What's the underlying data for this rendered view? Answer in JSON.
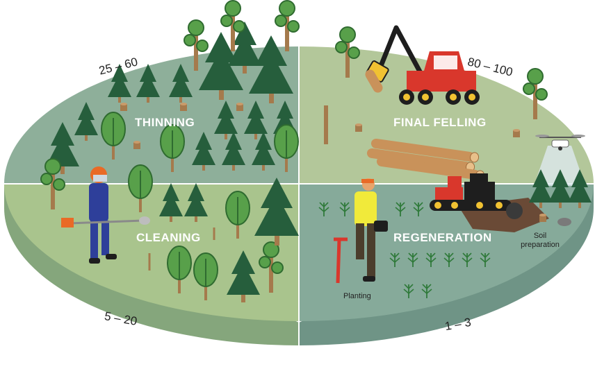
{
  "stages": {
    "thinning": {
      "label": "THINNING",
      "age": "25 – 60"
    },
    "final_felling": {
      "label": "FINAL FELLING",
      "age": "80 – 100"
    },
    "cleaning": {
      "label": "CLEANING",
      "age": "5 – 20"
    },
    "regeneration": {
      "label": "REGENERATION",
      "age": "1 – 3"
    }
  },
  "annotations": {
    "soil_preparation": "Soil preparation",
    "planting": "Planting"
  },
  "colors": {
    "top_left": "#8eaf9a",
    "top_right": "#b3c79a",
    "bottom_left": "#a9c48d",
    "bottom_right": "#86aa9a",
    "rim_left": "#85a67c",
    "rim_right": "#6f9486",
    "spruce": "#265e3c",
    "leaf": "#58a04a",
    "trunk": "#a57a4c",
    "harvester": "#d9372c",
    "hi_vis": "#f1ea3a",
    "worker": "#2e3f9a",
    "orange": "#e96a26"
  }
}
